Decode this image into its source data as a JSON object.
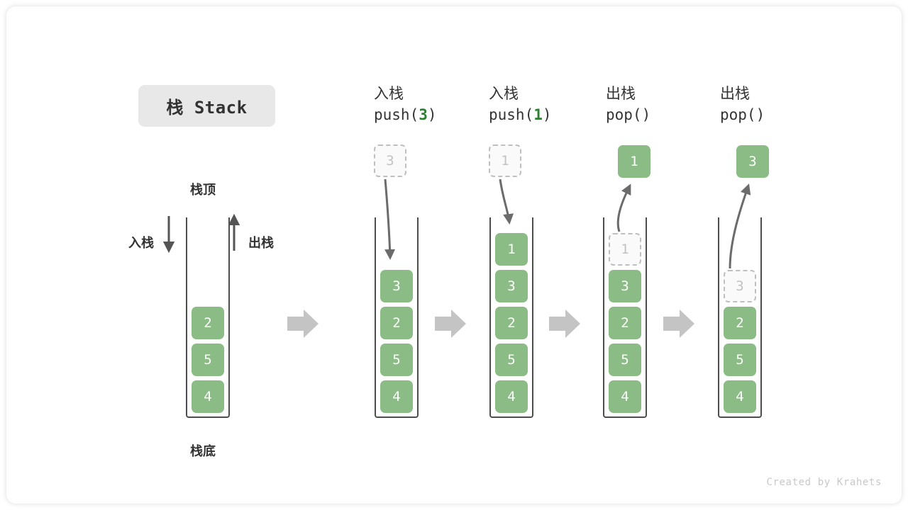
{
  "title": {
    "badge_label": "栈 Stack"
  },
  "legend": {
    "top_label": "栈顶",
    "bottom_label": "栈底",
    "push_label": "入栈",
    "pop_label": "出栈"
  },
  "watermark": "Created by Krahets",
  "colors": {
    "element_green": "#8cbc86",
    "accent_green": "#2f7d32",
    "ghost_border": "#bfbfbf",
    "ghost_text": "#c2c2c2",
    "container_stroke": "#4d4d4d",
    "step_arrow": "#c4c4c4",
    "badge_bg": "#e8e8e8",
    "text": "#333333"
  },
  "panels": [
    {
      "id": "initial-stack",
      "header_cn": "",
      "header_code": "",
      "header_arg": "",
      "cells": [
        {
          "value": "2",
          "state": "filled"
        },
        {
          "value": "5",
          "state": "filled"
        },
        {
          "value": "4",
          "state": "filled"
        }
      ],
      "floating": null,
      "capacity": 6
    },
    {
      "id": "push-3",
      "header_cn": "入栈",
      "header_code_prefix": "push(",
      "header_arg": "3",
      "header_code_suffix": ")",
      "cells": [
        {
          "value": "3",
          "state": "filled"
        },
        {
          "value": "2",
          "state": "filled"
        },
        {
          "value": "5",
          "state": "filled"
        },
        {
          "value": "4",
          "state": "filled"
        }
      ],
      "floating": {
        "value": "3",
        "state": "ghost",
        "direction": "in"
      },
      "capacity": 5
    },
    {
      "id": "push-1",
      "header_cn": "入栈",
      "header_code_prefix": "push(",
      "header_arg": "1",
      "header_code_suffix": ")",
      "cells": [
        {
          "value": "1",
          "state": "filled"
        },
        {
          "value": "3",
          "state": "filled"
        },
        {
          "value": "2",
          "state": "filled"
        },
        {
          "value": "5",
          "state": "filled"
        },
        {
          "value": "4",
          "state": "filled"
        }
      ],
      "floating": {
        "value": "1",
        "state": "ghost",
        "direction": "in"
      },
      "capacity": 5
    },
    {
      "id": "pop-1",
      "header_cn": "出栈",
      "header_code_prefix": "pop(",
      "header_arg": "",
      "header_code_suffix": ")",
      "cells": [
        {
          "value": "1",
          "state": "ghost"
        },
        {
          "value": "3",
          "state": "filled"
        },
        {
          "value": "2",
          "state": "filled"
        },
        {
          "value": "5",
          "state": "filled"
        },
        {
          "value": "4",
          "state": "filled"
        }
      ],
      "floating": {
        "value": "1",
        "state": "filled",
        "direction": "out"
      },
      "capacity": 5
    },
    {
      "id": "pop-3",
      "header_cn": "出栈",
      "header_code_prefix": "pop(",
      "header_arg": "",
      "header_code_suffix": ")",
      "cells": [
        {
          "value": "3",
          "state": "ghost"
        },
        {
          "value": "2",
          "state": "filled"
        },
        {
          "value": "5",
          "state": "filled"
        },
        {
          "value": "4",
          "state": "filled"
        }
      ],
      "floating": {
        "value": "3",
        "state": "filled",
        "direction": "out"
      },
      "capacity": 5
    }
  ],
  "step_arrows_count": 4
}
